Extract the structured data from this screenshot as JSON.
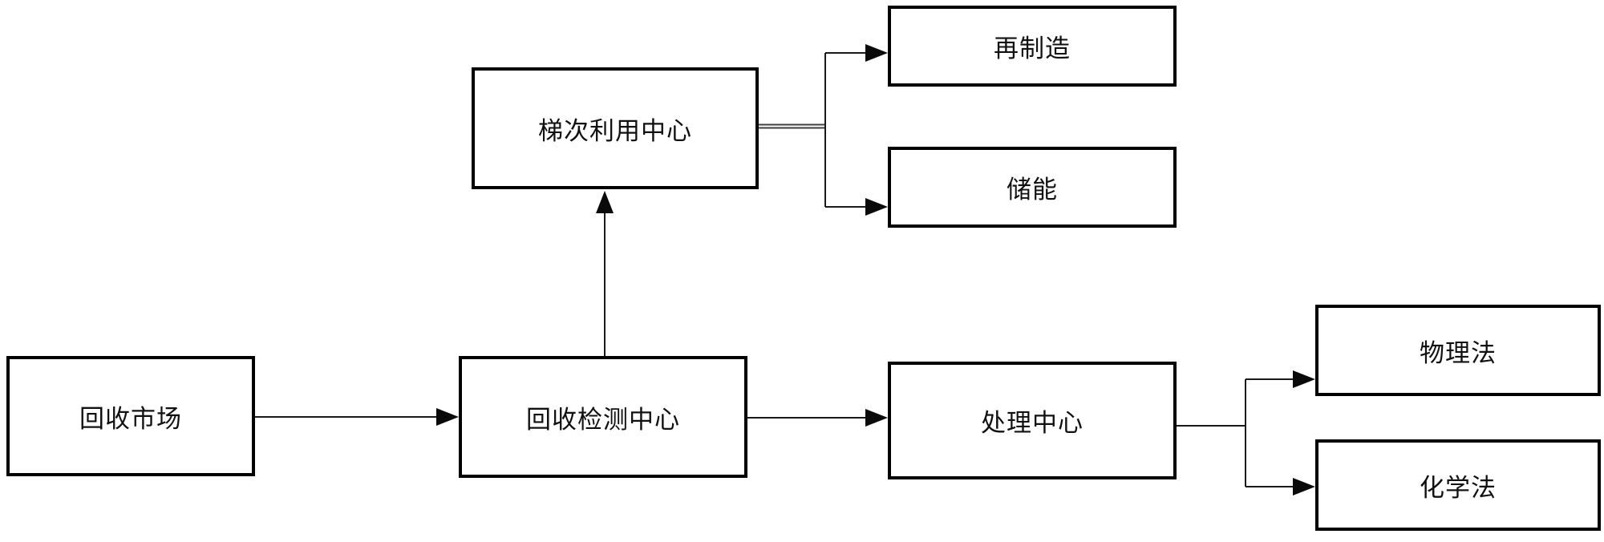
{
  "diagram": {
    "title": "battery-recycling-flowchart",
    "colors": {
      "background": "#ffffff",
      "box_border": "#000000",
      "line": "#1a1a1a",
      "double_line": "#3f3f3f",
      "text": "#111111"
    },
    "nodes": [
      {
        "id": "recycling-market",
        "label": "回收市场"
      },
      {
        "id": "recycling-testing-center",
        "label": "回收检测中心"
      },
      {
        "id": "cascade-utilization-center",
        "label": "梯次利用中心"
      },
      {
        "id": "remanufacturing",
        "label": "再制造"
      },
      {
        "id": "energy-storage",
        "label": "储能"
      },
      {
        "id": "treatment-center",
        "label": "处理中心"
      },
      {
        "id": "physical-method",
        "label": "物理法"
      },
      {
        "id": "chemical-method",
        "label": "化学法"
      }
    ],
    "edges": [
      {
        "from": "recycling-market",
        "to": "recycling-testing-center",
        "style": "arrow"
      },
      {
        "from": "recycling-testing-center",
        "to": "cascade-utilization-center",
        "style": "arrow"
      },
      {
        "from": "recycling-testing-center",
        "to": "treatment-center",
        "style": "arrow"
      },
      {
        "from": "cascade-utilization-center",
        "to": "remanufacturing",
        "style": "double-line-branch-arrow"
      },
      {
        "from": "cascade-utilization-center",
        "to": "energy-storage",
        "style": "double-line-branch-arrow"
      },
      {
        "from": "treatment-center",
        "to": "physical-method",
        "style": "branch-arrow"
      },
      {
        "from": "treatment-center",
        "to": "chemical-method",
        "style": "branch-arrow"
      }
    ]
  }
}
